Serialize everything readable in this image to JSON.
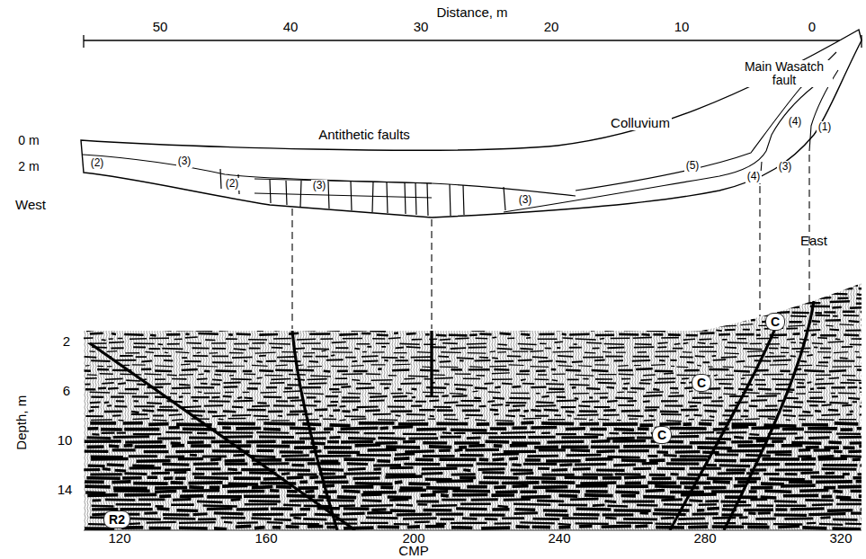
{
  "diagram": {
    "nodes": [
      {
        "text": [
          "C"
        ]
      },
      {
        "text": [
          "C"
        ]
      },
      {
        "text": [
          "C"
        ]
      },
      {
        "text": [
          "R2"
        ]
      }
    ],
    "labels": [
      "Distance, m",
      "50",
      "40",
      "30",
      "20",
      "10",
      "0",
      "Main Wasatch fault",
      "0 m",
      "2 m",
      "Antithetic faults",
      "Colluvium",
      "West",
      "East",
      "(2)",
      "(3)",
      "(2)",
      "(3)",
      "(3)",
      "(5)",
      "(4)",
      "(3)",
      "(4)",
      "(1)",
      "2",
      "6",
      "10",
      "14",
      "Depth, m",
      "120",
      "160",
      "200",
      "240",
      "280",
      "320",
      "CMP"
    ]
  }
}
